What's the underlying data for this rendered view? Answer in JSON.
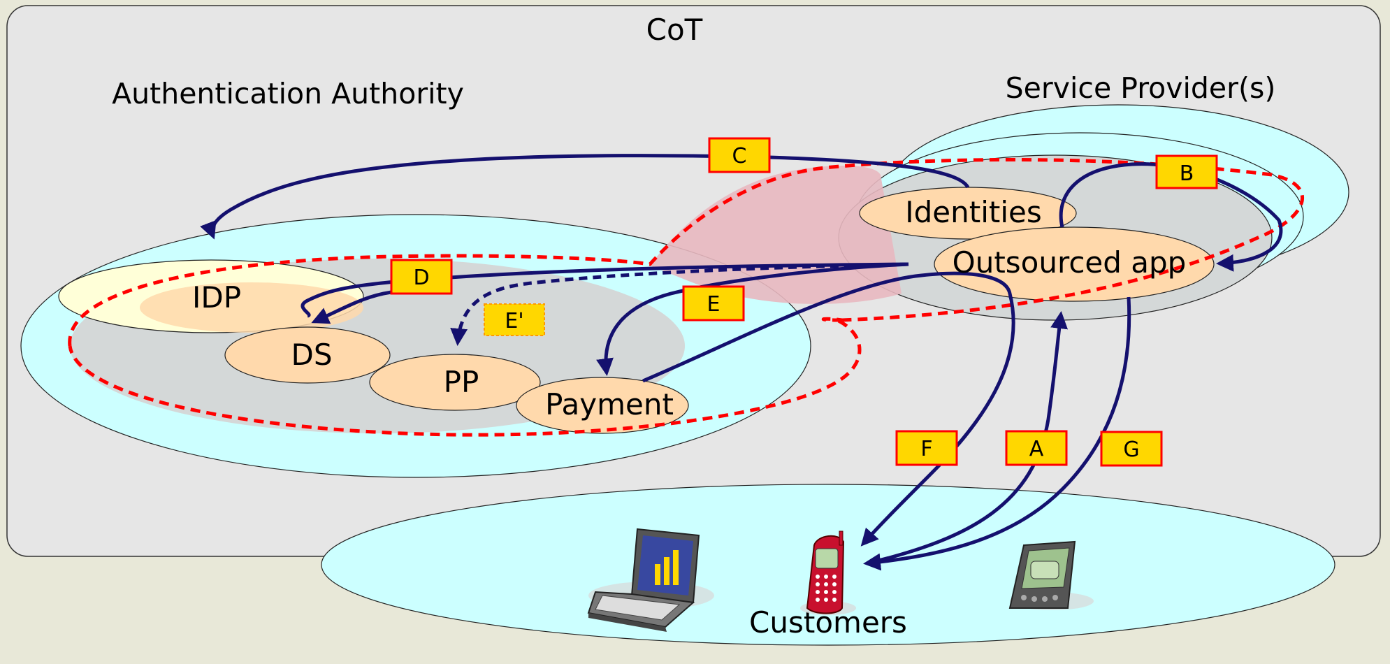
{
  "diagram": {
    "title": "CoT",
    "regions": {
      "authentication_authority": "Authentication Authority",
      "service_providers": "Service Provider(s)",
      "customers": "Customers"
    },
    "nodes": {
      "idp": "IDP",
      "ds": "DS",
      "pp": "PP",
      "payment": "Payment",
      "identities": "Identities",
      "outsourced_app": "Outsourced app"
    },
    "flow_labels": {
      "a": "A",
      "b": "B",
      "c": "C",
      "d": "D",
      "e": "E",
      "e_prime": "E'",
      "f": "F",
      "g": "G"
    },
    "devices": [
      "laptop-icon",
      "mobile-phone-icon",
      "pda-icon"
    ],
    "colors": {
      "background": "#e8e8d8",
      "cot_panel": "#e6e6e6",
      "region_fill": "#ccffff",
      "inner_fill": "#d4d8d8",
      "node_fill": "#ffd9ac",
      "trust_zone": "#ff0000",
      "trust_zone_fill": "#e8b8c0",
      "arrow": "#14106e",
      "flow_box": "#ffd700",
      "flow_box_border": "#ff0000"
    }
  }
}
